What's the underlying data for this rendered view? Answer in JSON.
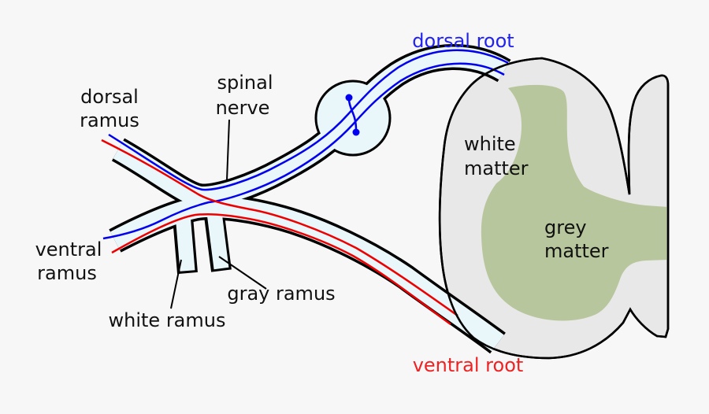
{
  "diagram": {
    "labels": {
      "dorsal_root": {
        "text": "dorsal root"
      },
      "spinal_nerve": {
        "line1": "spinal",
        "line2": "nerve"
      },
      "dorsal_ramus": {
        "line1": "dorsal",
        "line2": "ramus"
      },
      "ventral_ramus": {
        "line1": "ventral",
        "line2": "ramus"
      },
      "white_ramus": {
        "text": "white ramus"
      },
      "gray_ramus": {
        "text": "gray ramus"
      },
      "white_matter": {
        "line1": "white",
        "line2": "matter"
      },
      "grey_matter": {
        "line1": "grey",
        "line2": "matter"
      },
      "ventral_root": {
        "text": "ventral root"
      }
    },
    "colors": {
      "background": "#f7f7f7",
      "outline": "#000000",
      "nerve_fill": "#e9f7fb",
      "white_matter_fill": "#e8e8e8",
      "grey_matter_fill": "#b7c69c",
      "sensory_fiber_blue": "#0000ee",
      "motor_fiber_red": "#ee0000",
      "dorsal_root_label_blue": "#2222ee",
      "ventral_root_label_red": "#ee2222",
      "label_text": "#111111"
    }
  }
}
